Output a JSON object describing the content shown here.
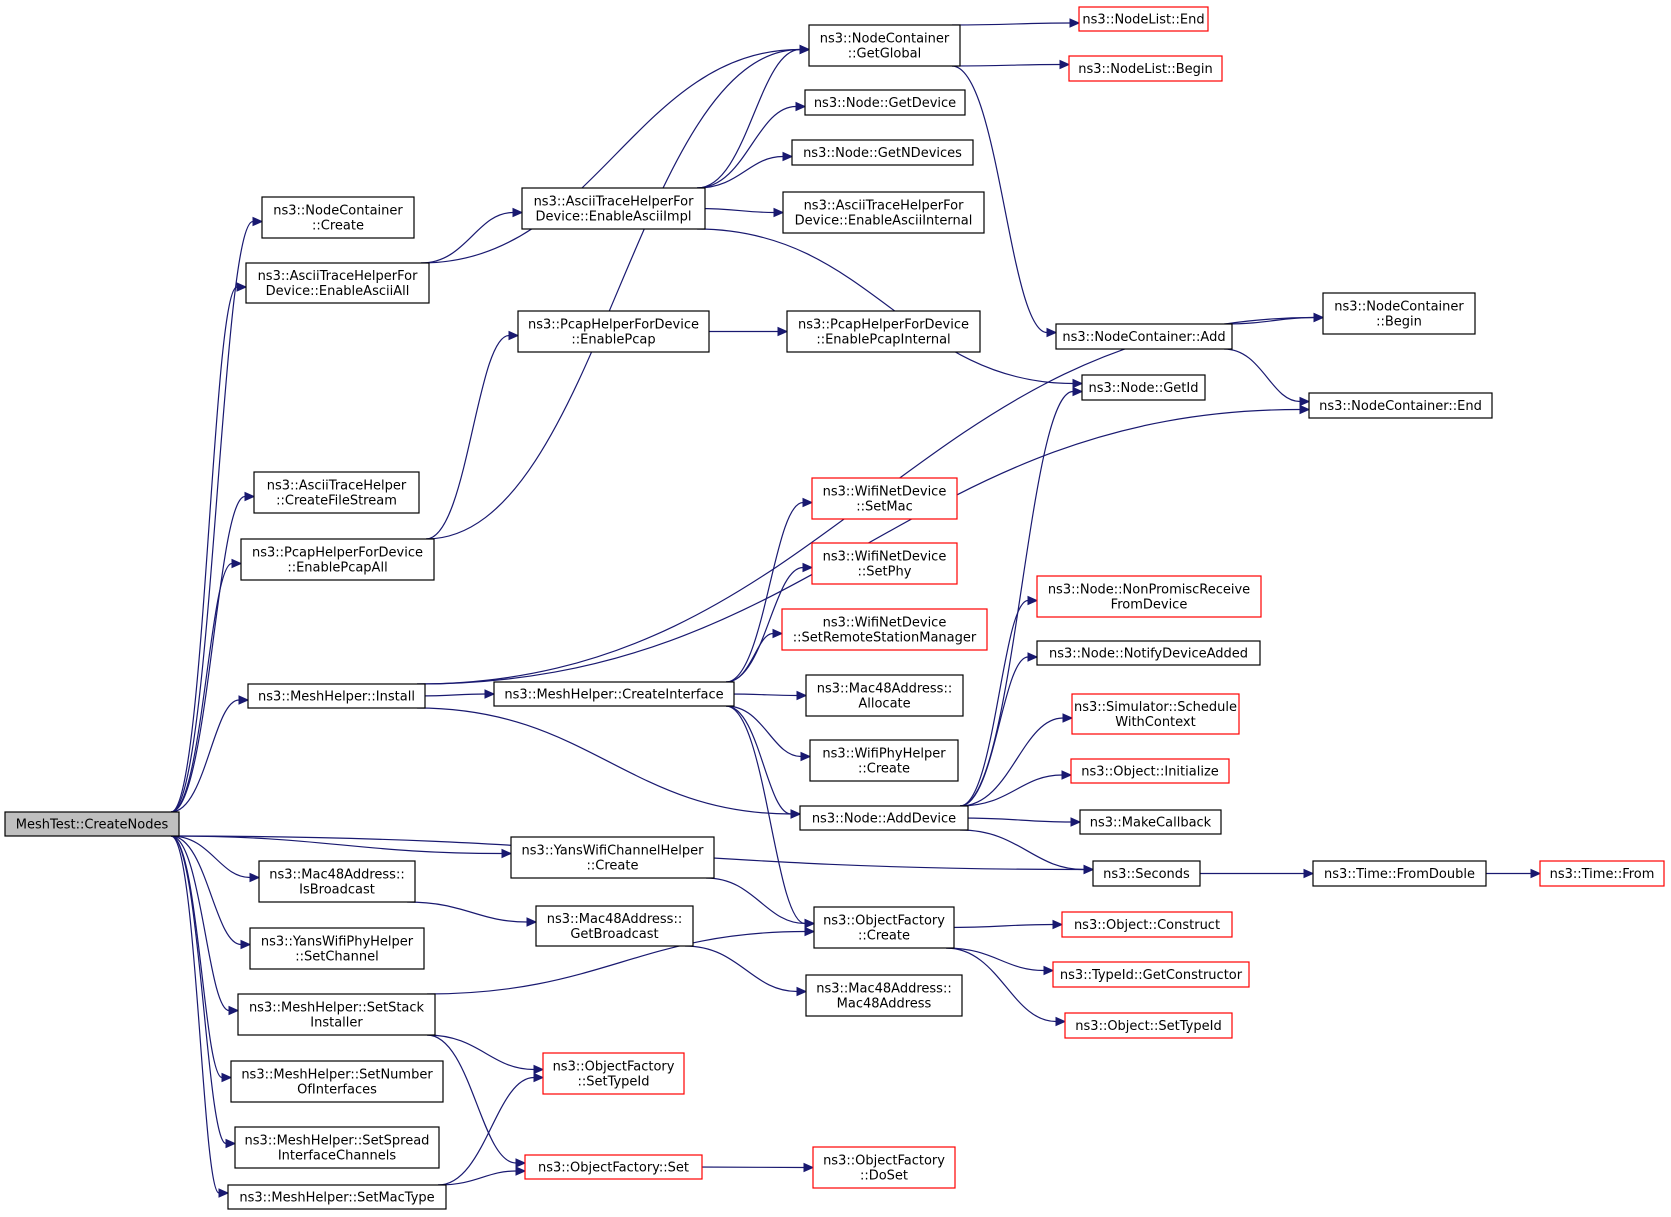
{
  "colors": {
    "edge": "#191970",
    "border": "#000000",
    "incomplete_border": "#ff0000",
    "root_fill": "#bfbfbf"
  },
  "nodes": [
    {
      "id": "root",
      "lines": [
        "MeshTest::CreateNodes"
      ],
      "style": "root"
    },
    {
      "id": "nc_create",
      "lines": [
        "ns3::NodeContainer",
        "::Create"
      ],
      "style": "normal"
    },
    {
      "id": "ascii_all",
      "lines": [
        "ns3::AsciiTraceHelperFor",
        "Device::EnableAsciiAll"
      ],
      "style": "normal"
    },
    {
      "id": "ascii_cfs",
      "lines": [
        "ns3::AsciiTraceHelper",
        "::CreateFileStream"
      ],
      "style": "normal"
    },
    {
      "id": "pcap_all",
      "lines": [
        "ns3::PcapHelperForDevice",
        "::EnablePcapAll"
      ],
      "style": "normal"
    },
    {
      "id": "mesh_install",
      "lines": [
        "ns3::MeshHelper::Install"
      ],
      "style": "normal"
    },
    {
      "id": "mac_isb",
      "lines": [
        "ns3::Mac48Address::",
        "IsBroadcast"
      ],
      "style": "normal"
    },
    {
      "id": "yans_phy_setch",
      "lines": [
        "ns3::YansWifiPhyHelper",
        "::SetChannel"
      ],
      "style": "normal"
    },
    {
      "id": "mesh_setstack",
      "lines": [
        "ns3::MeshHelper::SetStack",
        "Installer"
      ],
      "style": "normal"
    },
    {
      "id": "mesh_setnum",
      "lines": [
        "ns3::MeshHelper::SetNumber",
        "OfInterfaces"
      ],
      "style": "normal"
    },
    {
      "id": "mesh_setspread",
      "lines": [
        "ns3::MeshHelper::SetSpread",
        "InterfaceChannels"
      ],
      "style": "normal"
    },
    {
      "id": "mesh_setmac",
      "lines": [
        "ns3::MeshHelper::SetMacType"
      ],
      "style": "normal"
    },
    {
      "id": "ascii_impl",
      "lines": [
        "ns3::AsciiTraceHelperFor",
        "Device::EnableAsciiImpl"
      ],
      "style": "normal"
    },
    {
      "id": "pcap_enable",
      "lines": [
        "ns3::PcapHelperForDevice",
        "::EnablePcap"
      ],
      "style": "normal"
    },
    {
      "id": "mesh_ci",
      "lines": [
        "ns3::MeshHelper::CreateInterface"
      ],
      "style": "normal"
    },
    {
      "id": "yans_ch_create",
      "lines": [
        "ns3::YansWifiChannelHelper",
        "::Create"
      ],
      "style": "normal"
    },
    {
      "id": "mac_getb",
      "lines": [
        "ns3::Mac48Address::",
        "GetBroadcast"
      ],
      "style": "normal"
    },
    {
      "id": "of_settypeid",
      "lines": [
        "ns3::ObjectFactory",
        "::SetTypeId"
      ],
      "style": "red"
    },
    {
      "id": "of_set",
      "lines": [
        "ns3::ObjectFactory::Set"
      ],
      "style": "red"
    },
    {
      "id": "nc_getglobal",
      "lines": [
        "ns3::NodeContainer",
        "::GetGlobal"
      ],
      "style": "normal"
    },
    {
      "id": "node_getdevice",
      "lines": [
        "ns3::Node::GetDevice"
      ],
      "style": "normal"
    },
    {
      "id": "node_getnd",
      "lines": [
        "ns3::Node::GetNDevices"
      ],
      "style": "normal"
    },
    {
      "id": "ascii_internal",
      "lines": [
        "ns3::AsciiTraceHelperFor",
        "Device::EnableAsciiInternal"
      ],
      "style": "normal"
    },
    {
      "id": "pcap_internal",
      "lines": [
        "ns3::PcapHelperForDevice",
        "::EnablePcapInternal"
      ],
      "style": "normal"
    },
    {
      "id": "wnd_setmac",
      "lines": [
        "ns3::WifiNetDevice",
        "::SetMac"
      ],
      "style": "red"
    },
    {
      "id": "wnd_setphy",
      "lines": [
        "ns3::WifiNetDevice",
        "::SetPhy"
      ],
      "style": "red"
    },
    {
      "id": "wnd_setrsm",
      "lines": [
        "ns3::WifiNetDevice",
        "::SetRemoteStationManager"
      ],
      "style": "red"
    },
    {
      "id": "mac_alloc",
      "lines": [
        "ns3::Mac48Address::",
        "Allocate"
      ],
      "style": "normal"
    },
    {
      "id": "wphy_create",
      "lines": [
        "ns3::WifiPhyHelper",
        "::Create"
      ],
      "style": "normal"
    },
    {
      "id": "node_adddevice",
      "lines": [
        "ns3::Node::AddDevice"
      ],
      "style": "normal"
    },
    {
      "id": "of_create",
      "lines": [
        "ns3::ObjectFactory",
        "::Create"
      ],
      "style": "normal"
    },
    {
      "id": "mac_ctor",
      "lines": [
        "ns3::Mac48Address::",
        "Mac48Address"
      ],
      "style": "normal"
    },
    {
      "id": "of_doset",
      "lines": [
        "ns3::ObjectFactory",
        "::DoSet"
      ],
      "style": "red"
    },
    {
      "id": "nl_end",
      "lines": [
        "ns3::NodeList::End"
      ],
      "style": "red"
    },
    {
      "id": "nl_begin",
      "lines": [
        "ns3::NodeList::Begin"
      ],
      "style": "red"
    },
    {
      "id": "nc_add",
      "lines": [
        "ns3::NodeContainer::Add"
      ],
      "style": "normal"
    },
    {
      "id": "node_getid",
      "lines": [
        "ns3::Node::GetId"
      ],
      "style": "normal"
    },
    {
      "id": "node_npr",
      "lines": [
        "ns3::Node::NonPromiscReceive",
        "FromDevice"
      ],
      "style": "red"
    },
    {
      "id": "node_nda",
      "lines": [
        "ns3::Node::NotifyDeviceAdded"
      ],
      "style": "normal"
    },
    {
      "id": "sim_swc",
      "lines": [
        "ns3::Simulator::Schedule",
        "WithContext"
      ],
      "style": "red"
    },
    {
      "id": "obj_init",
      "lines": [
        "ns3::Object::Initialize"
      ],
      "style": "red"
    },
    {
      "id": "makecb",
      "lines": [
        "ns3::MakeCallback"
      ],
      "style": "normal"
    },
    {
      "id": "seconds",
      "lines": [
        "ns3::Seconds"
      ],
      "style": "normal"
    },
    {
      "id": "obj_construct",
      "lines": [
        "ns3::Object::Construct"
      ],
      "style": "red"
    },
    {
      "id": "typeid_getctor",
      "lines": [
        "ns3::TypeId::GetConstructor"
      ],
      "style": "red"
    },
    {
      "id": "obj_settypeid",
      "lines": [
        "ns3::Object::SetTypeId"
      ],
      "style": "red"
    },
    {
      "id": "nc_begin",
      "lines": [
        "ns3::NodeContainer",
        "::Begin"
      ],
      "style": "normal"
    },
    {
      "id": "nc_end",
      "lines": [
        "ns3::NodeContainer::End"
      ],
      "style": "normal"
    },
    {
      "id": "time_fromdouble",
      "lines": [
        "ns3::Time::FromDouble"
      ],
      "style": "normal"
    },
    {
      "id": "time_from",
      "lines": [
        "ns3::Time::From"
      ],
      "style": "red"
    }
  ],
  "edges": [
    {
      "from": "root",
      "to": "nc_create"
    },
    {
      "from": "root",
      "to": "ascii_all"
    },
    {
      "from": "root",
      "to": "ascii_cfs"
    },
    {
      "from": "root",
      "to": "pcap_all"
    },
    {
      "from": "root",
      "to": "mesh_install"
    },
    {
      "from": "root",
      "to": "mac_isb"
    },
    {
      "from": "root",
      "to": "yans_phy_setch"
    },
    {
      "from": "root",
      "to": "mesh_setstack"
    },
    {
      "from": "root",
      "to": "mesh_setnum"
    },
    {
      "from": "root",
      "to": "mesh_setspread"
    },
    {
      "from": "root",
      "to": "mesh_setmac"
    },
    {
      "from": "root",
      "to": "yans_ch_create"
    },
    {
      "from": "root",
      "to": "seconds"
    },
    {
      "from": "ascii_all",
      "to": "ascii_impl"
    },
    {
      "from": "ascii_all",
      "to": "nc_getglobal"
    },
    {
      "from": "pcap_all",
      "to": "pcap_enable"
    },
    {
      "from": "pcap_all",
      "to": "nc_getglobal"
    },
    {
      "from": "ascii_impl",
      "to": "nc_getglobal"
    },
    {
      "from": "ascii_impl",
      "to": "node_getdevice"
    },
    {
      "from": "ascii_impl",
      "to": "node_getnd"
    },
    {
      "from": "ascii_impl",
      "to": "ascii_internal"
    },
    {
      "from": "ascii_impl",
      "to": "node_getid"
    },
    {
      "from": "pcap_enable",
      "to": "pcap_internal"
    },
    {
      "from": "nc_getglobal",
      "to": "nl_end"
    },
    {
      "from": "nc_getglobal",
      "to": "nl_begin"
    },
    {
      "from": "nc_getglobal",
      "to": "nc_add"
    },
    {
      "from": "nc_add",
      "to": "nc_begin"
    },
    {
      "from": "nc_add",
      "to": "nc_end"
    },
    {
      "from": "mesh_install",
      "to": "mesh_ci"
    },
    {
      "from": "mesh_install",
      "to": "nc_begin"
    },
    {
      "from": "mesh_install",
      "to": "nc_end"
    },
    {
      "from": "mesh_install",
      "to": "node_adddevice"
    },
    {
      "from": "mesh_ci",
      "to": "wnd_setmac"
    },
    {
      "from": "mesh_ci",
      "to": "wnd_setphy"
    },
    {
      "from": "mesh_ci",
      "to": "wnd_setrsm"
    },
    {
      "from": "mesh_ci",
      "to": "mac_alloc"
    },
    {
      "from": "mesh_ci",
      "to": "wphy_create"
    },
    {
      "from": "mesh_ci",
      "to": "node_adddevice"
    },
    {
      "from": "mesh_ci",
      "to": "of_create"
    },
    {
      "from": "node_adddevice",
      "to": "node_getid"
    },
    {
      "from": "node_adddevice",
      "to": "node_npr"
    },
    {
      "from": "node_adddevice",
      "to": "node_nda"
    },
    {
      "from": "node_adddevice",
      "to": "sim_swc"
    },
    {
      "from": "node_adddevice",
      "to": "obj_init"
    },
    {
      "from": "node_adddevice",
      "to": "makecb"
    },
    {
      "from": "node_adddevice",
      "to": "seconds"
    },
    {
      "from": "seconds",
      "to": "time_fromdouble"
    },
    {
      "from": "time_fromdouble",
      "to": "time_from"
    },
    {
      "from": "yans_ch_create",
      "to": "of_create"
    },
    {
      "from": "mac_isb",
      "to": "mac_getb"
    },
    {
      "from": "mac_getb",
      "to": "mac_ctor"
    },
    {
      "from": "mesh_setstack",
      "to": "of_create"
    },
    {
      "from": "mesh_setstack",
      "to": "of_settypeid"
    },
    {
      "from": "mesh_setstack",
      "to": "of_set"
    },
    {
      "from": "mesh_setmac",
      "to": "of_settypeid"
    },
    {
      "from": "mesh_setmac",
      "to": "of_set"
    },
    {
      "from": "of_set",
      "to": "of_doset"
    },
    {
      "from": "of_create",
      "to": "obj_construct"
    },
    {
      "from": "of_create",
      "to": "typeid_getctor"
    },
    {
      "from": "of_create",
      "to": "obj_settypeid"
    }
  ]
}
